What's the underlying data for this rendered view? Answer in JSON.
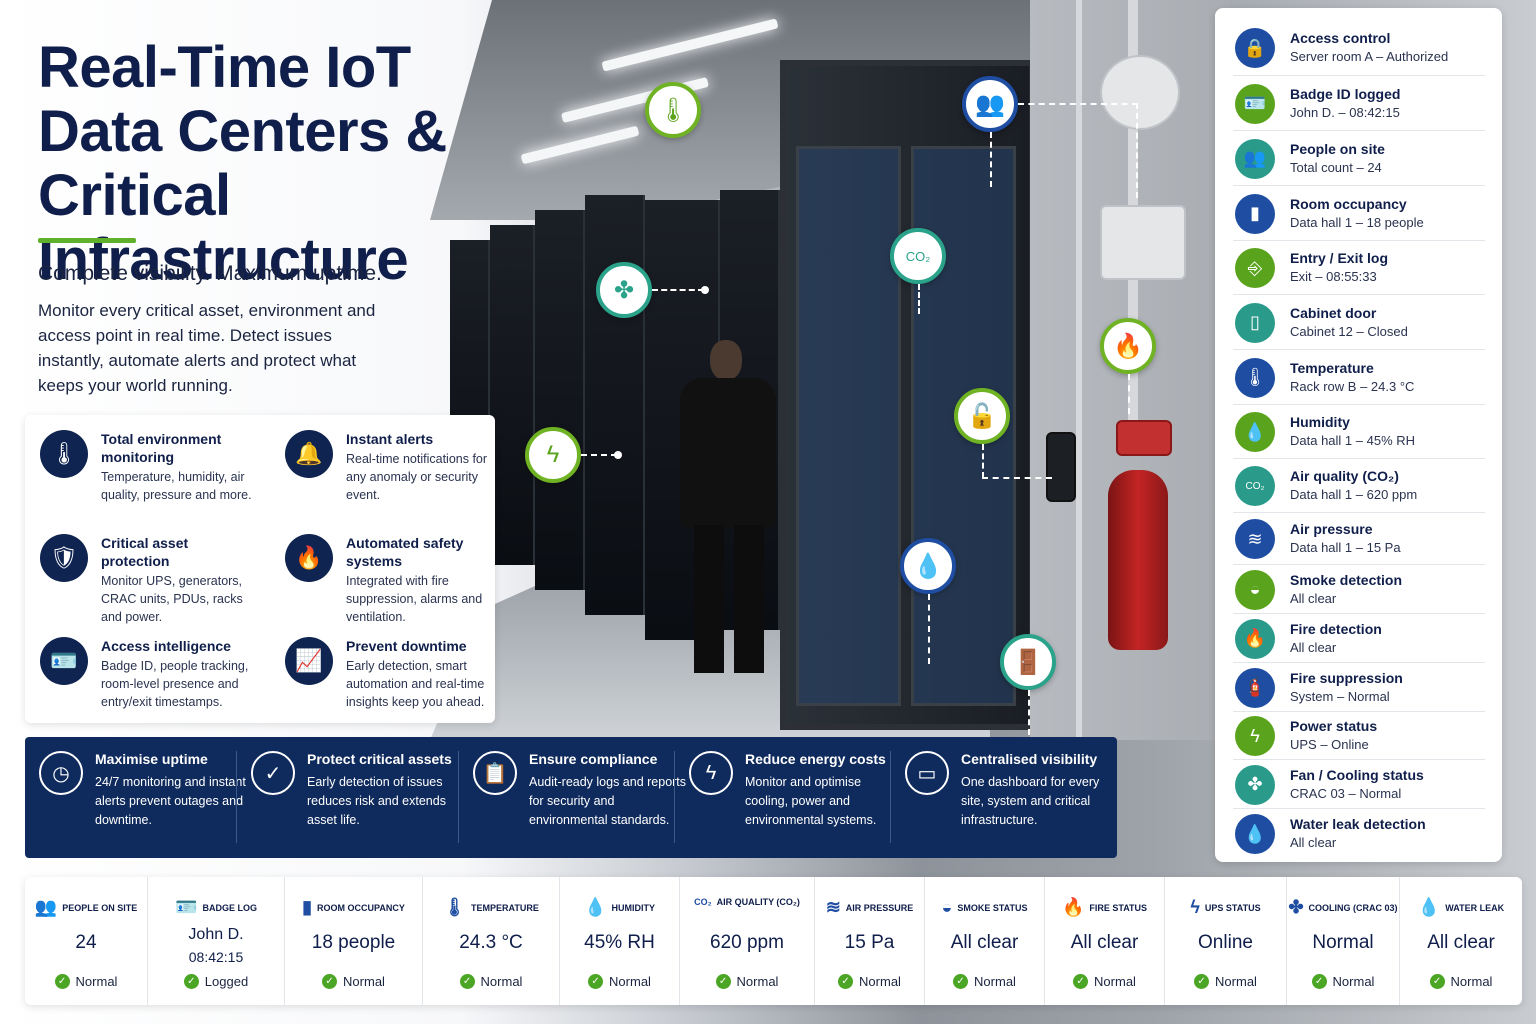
{
  "hero": {
    "title_line1": "Real-Time IoT",
    "title_line2": "Data Centers &",
    "title_line3": "Critical Infrastructure",
    "tagline": "Complete visibility. Maximum uptime.",
    "description": "Monitor every critical asset, environment and access point in real time. Detect issues instantly, automate alerts and protect what keeps your world running."
  },
  "features": [
    {
      "icon": "thermometer-icon",
      "title": "Total environment monitoring",
      "desc": "Temperature, humidity, air quality, pressure and more."
    },
    {
      "icon": "bell-icon",
      "title": "Instant alerts",
      "desc": "Real-time notifications for any anomaly or security event."
    },
    {
      "icon": "shield-icon",
      "title": "Critical asset protection",
      "desc": "Monitor UPS, generators, CRAC units, PDUs, racks and power."
    },
    {
      "icon": "flame-icon",
      "title": "Automated safety systems",
      "desc": "Integrated with fire suppression, alarms and ventilation."
    },
    {
      "icon": "badge-icon",
      "title": "Access intelligence",
      "desc": "Badge ID, people tracking, room-level presence and entry/exit timestamps."
    },
    {
      "icon": "trend-chart-icon",
      "title": "Prevent downtime",
      "desc": "Early detection, smart automation and real-time insights keep you ahead."
    }
  ],
  "benefits": [
    {
      "icon": "clock-icon",
      "title": "Maximise uptime",
      "desc": "24/7 monitoring and instant alerts prevent outages and downtime."
    },
    {
      "icon": "shield-check-icon",
      "title": "Protect critical assets",
      "desc": "Early detection of issues reduces risk and extends asset life."
    },
    {
      "icon": "clipboard-icon",
      "title": "Ensure compliance",
      "desc": "Audit-ready logs and reports for security and environmental standards."
    },
    {
      "icon": "energy-icon",
      "title": "Reduce energy costs",
      "desc": "Monitor and optimise cooling, power and environmental systems."
    },
    {
      "icon": "monitor-icon",
      "title": "Centralised visibility",
      "desc": "One dashboard for every site, system and critical infrastructure."
    }
  ],
  "sidebar": [
    {
      "icon": "lock-icon",
      "color": "#1e4da1",
      "title": "Access control",
      "value": "Server room A – Authorized"
    },
    {
      "icon": "badge-icon",
      "color": "#5aa31c",
      "title": "Badge ID logged",
      "value": "John D. – 08:42:15"
    },
    {
      "icon": "people-icon",
      "color": "#2a9a8a",
      "title": "People on site",
      "value": "Total count – 24"
    },
    {
      "icon": "bar-chart-icon",
      "color": "#1e4da1",
      "title": "Room occupancy",
      "value": "Data hall 1 – 18 people"
    },
    {
      "icon": "door-icon",
      "color": "#5aa31c",
      "title": "Entry / Exit log",
      "value": "Exit – 08:55:33"
    },
    {
      "icon": "cabinet-icon",
      "color": "#2a9a8a",
      "title": "Cabinet door",
      "value": "Cabinet 12 – Closed"
    },
    {
      "icon": "thermometer-icon",
      "color": "#1e4da1",
      "title": "Temperature",
      "value": "Rack row B – 24.3 °C"
    },
    {
      "icon": "droplet-icon",
      "color": "#5aa31c",
      "title": "Humidity",
      "value": "Data hall 1 – 45% RH"
    },
    {
      "icon": "co2-icon",
      "color": "#2a9a8a",
      "title": "Air quality (CO₂)",
      "value": "Data hall 1 – 620 ppm"
    },
    {
      "icon": "wind-icon",
      "color": "#1e4da1",
      "title": "Air pressure",
      "value": "Data hall 1 – 15 Pa"
    },
    {
      "icon": "smoke-detector-icon",
      "color": "#5aa31c",
      "title": "Smoke detection",
      "value": "All clear"
    },
    {
      "icon": "flame-icon",
      "color": "#2a9a8a",
      "title": "Fire detection",
      "value": "All clear"
    },
    {
      "icon": "extinguisher-icon",
      "color": "#1e4da1",
      "title": "Fire suppression",
      "value": "System – Normal"
    },
    {
      "icon": "power-icon",
      "color": "#5aa31c",
      "title": "Power status",
      "value": "UPS – Online"
    },
    {
      "icon": "fan-icon",
      "color": "#2a9a8a",
      "title": "Fan / Cooling status",
      "value": "CRAC 03 – Normal"
    },
    {
      "icon": "water-drop-icon",
      "color": "#1e4da1",
      "title": "Water leak detection",
      "value": "All clear"
    }
  ],
  "metrics": [
    {
      "icon": "people-icon",
      "label": "PEOPLE ON SITE",
      "value": "24",
      "status": "Normal"
    },
    {
      "icon": "badge-icon",
      "label": "BADGE LOG",
      "value": "John D.",
      "value2": "08:42:15",
      "status": "Logged"
    },
    {
      "icon": "bar-chart-icon",
      "label": "ROOM OCCUPANCY",
      "value": "18 people",
      "status": "Normal"
    },
    {
      "icon": "thermometer-icon",
      "label": "TEMPERATURE",
      "value": "24.3 °C",
      "status": "Normal"
    },
    {
      "icon": "droplet-icon",
      "label": "HUMIDITY",
      "value": "45% RH",
      "status": "Normal"
    },
    {
      "icon": "co2-icon",
      "label": "AIR QUALITY (CO₂)",
      "value": "620 ppm",
      "status": "Normal"
    },
    {
      "icon": "wind-icon",
      "label": "AIR PRESSURE",
      "value": "15 Pa",
      "status": "Normal"
    },
    {
      "icon": "smoke-detector-icon",
      "label": "SMOKE STATUS",
      "value": "All clear",
      "status": "Normal"
    },
    {
      "icon": "flame-icon",
      "label": "FIRE STATUS",
      "value": "All clear",
      "status": "Normal"
    },
    {
      "icon": "power-icon",
      "label": "UPS STATUS",
      "value": "Online",
      "status": "Normal"
    },
    {
      "icon": "fan-icon",
      "label": "COOLING (CRAC 03)",
      "value": "Normal",
      "status": "Normal"
    },
    {
      "icon": "water-drop-icon",
      "label": "WATER LEAK",
      "value": "All clear",
      "status": "Normal"
    }
  ]
}
